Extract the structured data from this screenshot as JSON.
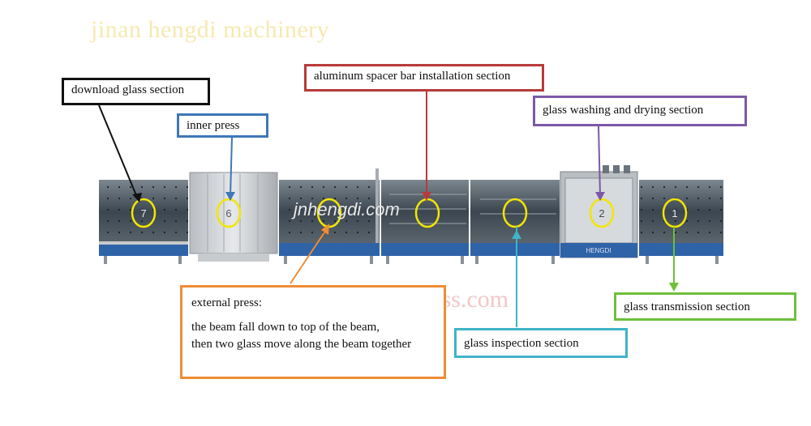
{
  "watermark_company": "jinan hengdi machinery",
  "watermark_email": "lisa@hengdiglass.com",
  "watermark_site": "jnhengdi.com",
  "brand_plate": "HENGDI",
  "colors": {
    "download": "#111111",
    "inner_press": "#3f77b8",
    "aluminum": "#b83a3a",
    "washing": "#7d58a8",
    "transmission": "#6fbf3c",
    "inspection": "#3fb3c8",
    "external_press": "#f08c35",
    "marker": "#f2e600"
  },
  "sections": {
    "download": "download glass section",
    "inner_press": "inner press",
    "aluminum": "aluminum spacer bar installation section",
    "washing": "glass washing and drying section",
    "transmission": "glass transmission section",
    "inspection": "glass inspection section",
    "external_press_title": "external press:",
    "external_press_line1": "the beam fall down to top of the beam,",
    "external_press_line2": "then two glass move along the beam together"
  },
  "markers": [
    "7",
    "6",
    "2",
    "1"
  ]
}
